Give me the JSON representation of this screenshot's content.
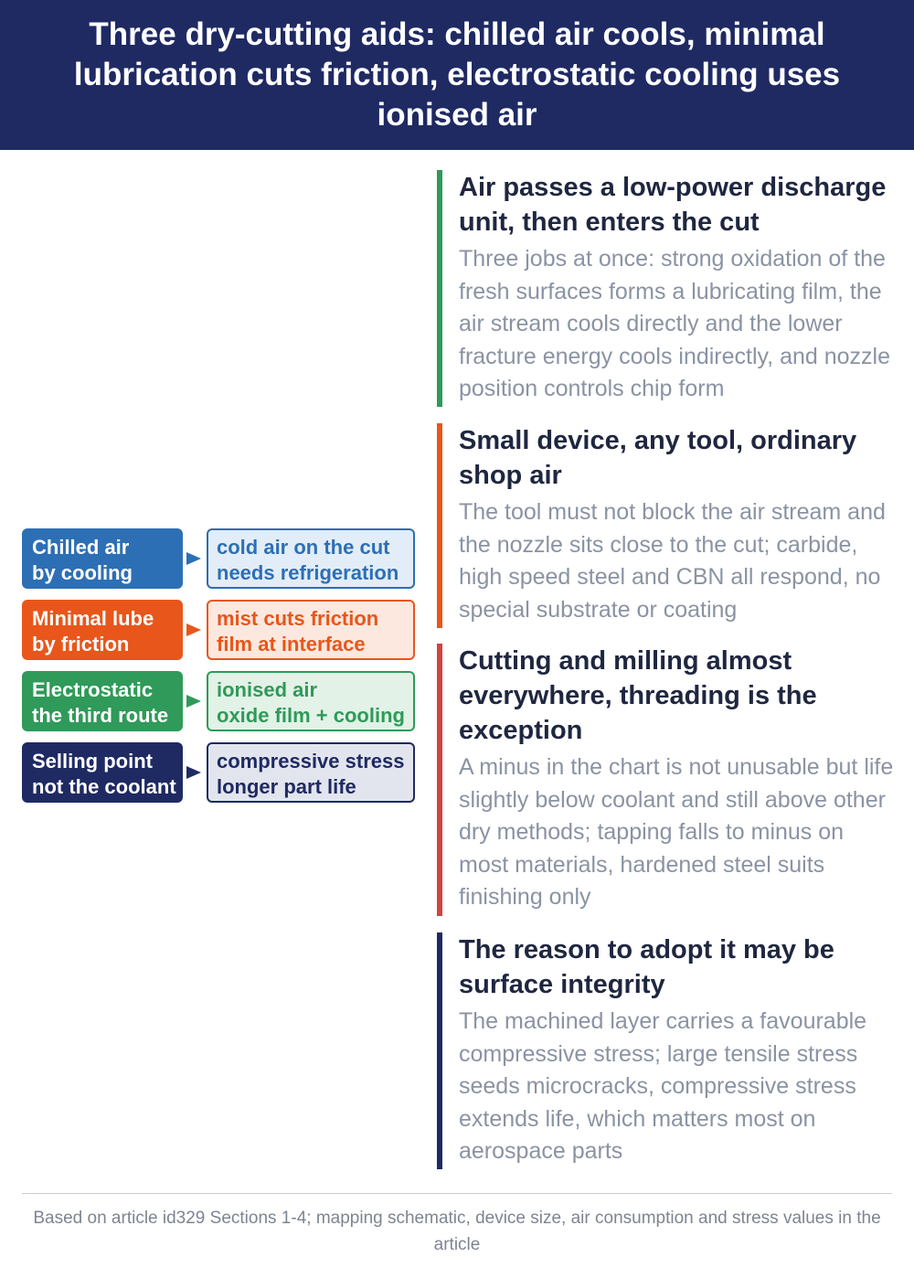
{
  "title": "Three dry-cutting aids: chilled air cools, minimal lubrication cuts friction, electrostatic cooling uses ionised air",
  "diagram": {
    "rows": [
      {
        "method_lines": [
          "Chilled air",
          "by cooling"
        ],
        "result_lines": [
          "cold air on the cut",
          "needs refrigeration"
        ],
        "color": "#2d6fb5",
        "tint": "#e3edf7"
      },
      {
        "method_lines": [
          "Minimal lube",
          "by friction"
        ],
        "result_lines": [
          "mist cuts friction",
          "film at interface"
        ],
        "color": "#e8561b",
        "tint": "#fce8de"
      },
      {
        "method_lines": [
          "Electrostatic",
          "the third route"
        ],
        "result_lines": [
          "ionised air",
          "oxide film + cooling"
        ],
        "color": "#2f9a59",
        "tint": "#e2f2e7"
      },
      {
        "method_lines": [
          "Selling point",
          "not the coolant"
        ],
        "result_lines": [
          "compressive stress",
          "longer part life"
        ],
        "color": "#1f2a63",
        "tint": "#e3e5ee"
      }
    ]
  },
  "cards": [
    {
      "heading": "Air passes a low-power discharge unit, then enters the cut",
      "body": "Three jobs at once: strong oxidation of the fresh surfaces forms a lubricating film, the air stream cools directly and the lower fracture energy cools indirectly, and nozzle position controls chip form",
      "color": "#2f9a59"
    },
    {
      "heading": "Small device, any tool, ordinary shop air",
      "body": "The tool must not block the air stream and the nozzle sits close to the cut; carbide, high speed steel and CBN all respond, no special substrate or coating",
      "color": "#e8561b"
    },
    {
      "heading": "Cutting and milling almost everywhere, threading is the exception",
      "body": "A minus in the chart is not unusable but life slightly below coolant and still above other dry methods; tapping falls to minus on most materials, hardened steel suits finishing only",
      "color": "#d2433f"
    },
    {
      "heading": "The reason to adopt it may be surface integrity",
      "body": "The machined layer carries a favourable compressive stress; large tensile stress seeds microcracks, compressive stress extends life, which matters most on aerospace parts",
      "color": "#1f2a63"
    }
  ],
  "footer": "Based on article id329 Sections 1-4; mapping schematic, device size, air consumption and stress values in the article"
}
